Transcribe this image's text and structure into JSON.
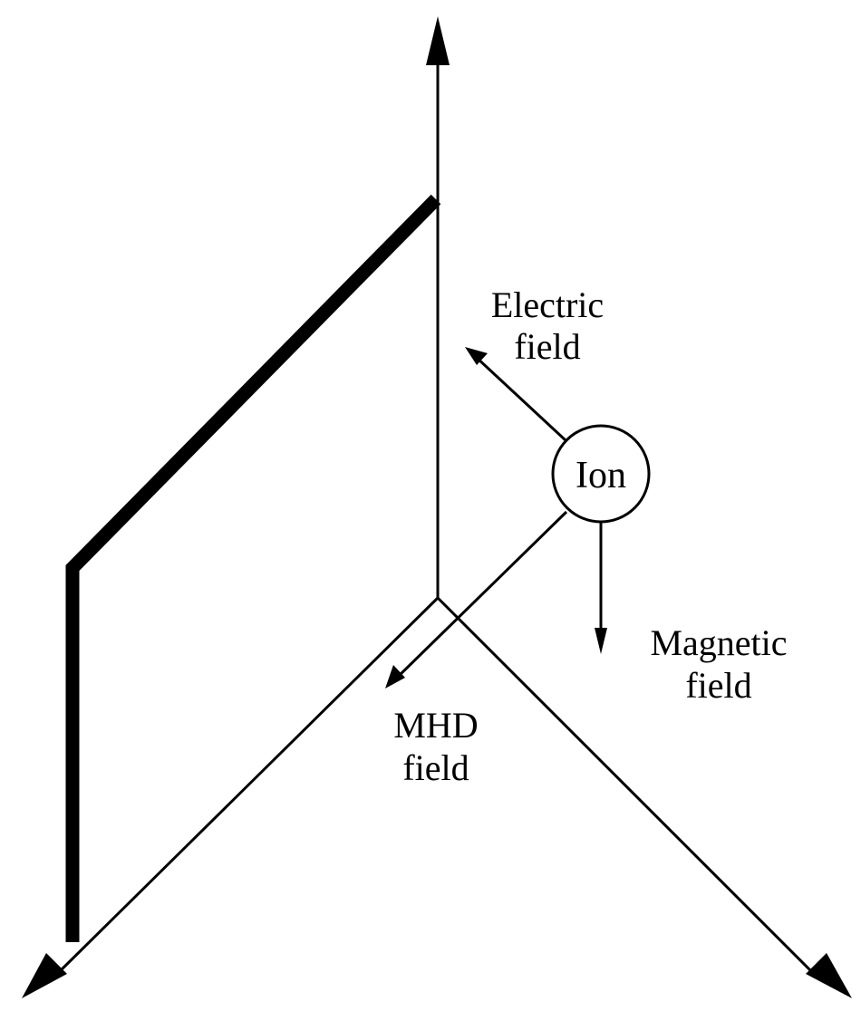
{
  "labels": {
    "electric_1": "Electric",
    "electric_2": "field",
    "ion": "Ion",
    "magnetic_1": "Magnetic",
    "magnetic_2": "field",
    "mhd_1": "MHD",
    "mhd_2": "field"
  },
  "colors": {
    "ink": "#000000",
    "background": "#ffffff"
  }
}
